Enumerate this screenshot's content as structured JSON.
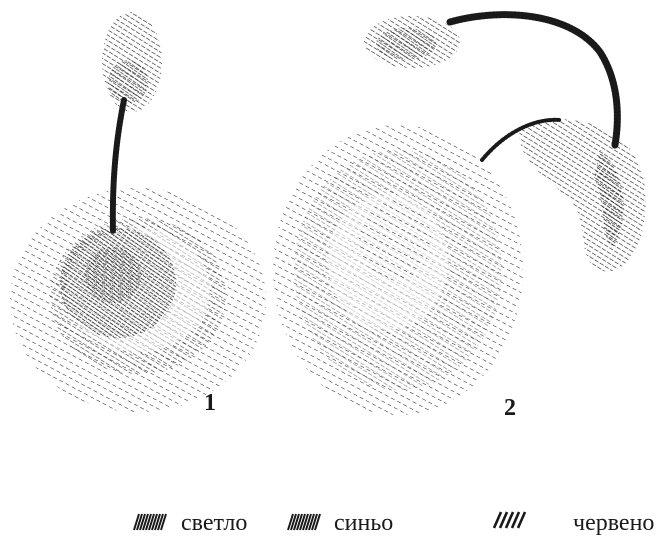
{
  "figures": [
    {
      "number": "1"
    },
    {
      "number": "2"
    }
  ],
  "legend": [
    {
      "label": "светло",
      "key": "light"
    },
    {
      "label": "синьо",
      "key": "blue"
    },
    {
      "label": "червено",
      "key": "red"
    }
  ],
  "colors": {
    "ink": "#1a1a1a",
    "background": "#ffffff"
  }
}
